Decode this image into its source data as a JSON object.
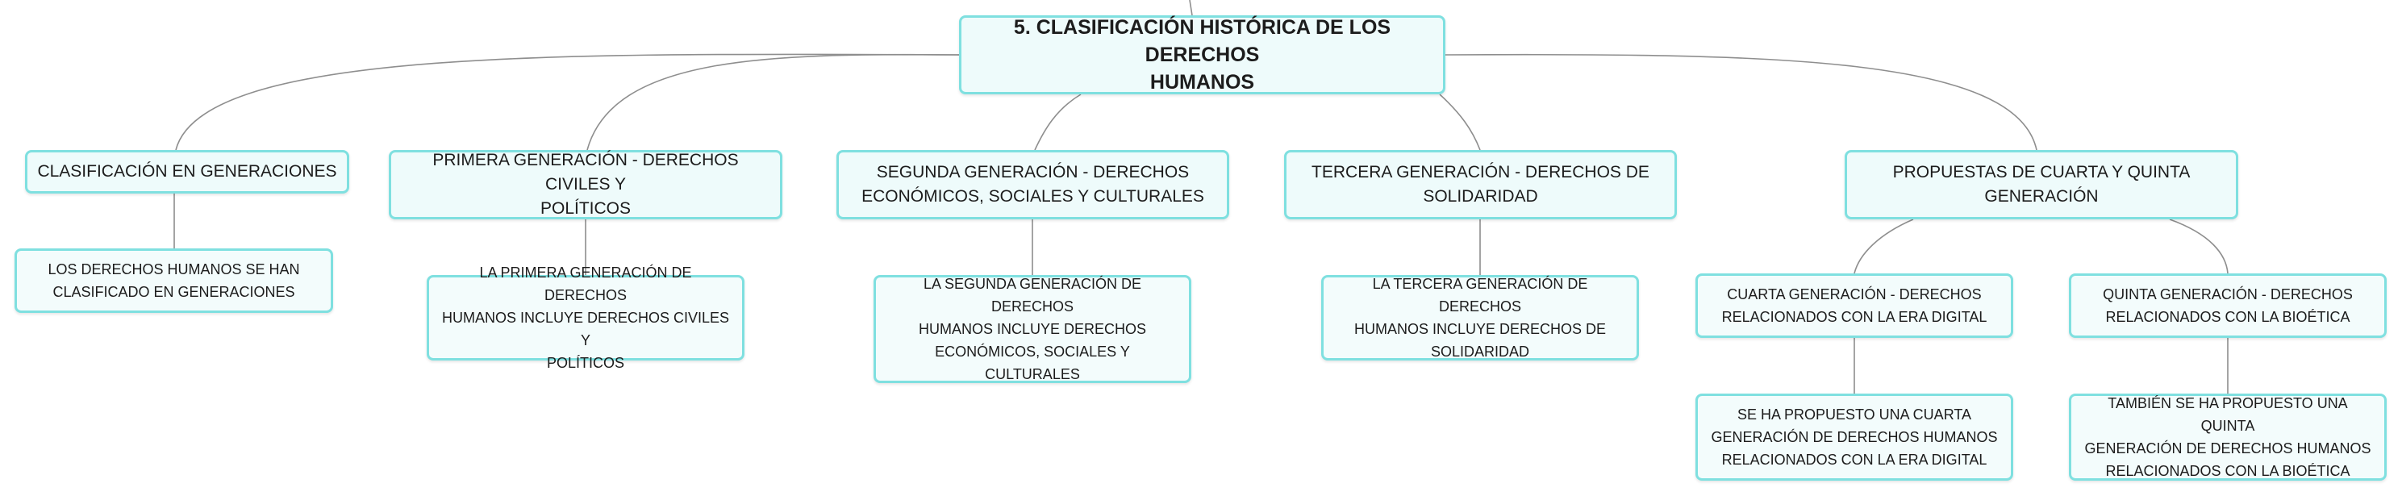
{
  "root": {
    "line1": "5. CLASIFICACIÓN HISTÓRICA DE LOS DERECHOS",
    "line2": "HUMANOS"
  },
  "generaciones": {
    "title": "CLASIFICACIÓN EN GENERACIONES",
    "detail": [
      "LOS DERECHOS HUMANOS SE HAN",
      "CLASIFICADO EN GENERACIONES"
    ]
  },
  "primera": {
    "title": [
      "PRIMERA GENERACIÓN - DERECHOS CIVILES Y",
      "POLÍTICOS"
    ],
    "detail": [
      "LA PRIMERA GENERACIÓN DE DERECHOS",
      "HUMANOS INCLUYE DERECHOS CIVILES Y",
      "POLÍTICOS"
    ]
  },
  "segunda": {
    "title": [
      "SEGUNDA GENERACIÓN - DERECHOS",
      "ECONÓMICOS, SOCIALES Y CULTURALES"
    ],
    "detail": [
      "LA SEGUNDA GENERACIÓN DE DERECHOS",
      "HUMANOS INCLUYE DERECHOS",
      "ECONÓMICOS, SOCIALES Y CULTURALES"
    ]
  },
  "tercera": {
    "title": [
      "TERCERA GENERACIÓN - DERECHOS DE",
      "SOLIDARIDAD"
    ],
    "detail": [
      "LA TERCERA GENERACIÓN DE DERECHOS",
      "HUMANOS INCLUYE DERECHOS DE",
      "SOLIDARIDAD"
    ]
  },
  "propuestas": {
    "title": "PROPUESTAS DE CUARTA Y QUINTA GENERACIÓN",
    "cuarta": {
      "title": [
        "CUARTA GENERACIÓN - DERECHOS",
        "RELACIONADOS CON LA ERA DIGITAL"
      ],
      "detail": [
        "SE HA PROPUESTO UNA CUARTA",
        "GENERACIÓN DE DERECHOS HUMANOS",
        "RELACIONADOS CON LA ERA DIGITAL"
      ]
    },
    "quinta": {
      "title": [
        "QUINTA GENERACIÓN - DERECHOS",
        "RELACIONADOS CON LA BIOÉTICA"
      ],
      "detail": [
        "TAMBIÉN SE HA PROPUESTO UNA QUINTA",
        "GENERACIÓN DE DERECHOS HUMANOS",
        "RELACIONADOS CON LA BIOÉTICA"
      ]
    }
  },
  "colors": {
    "node_border": "#7fe0e0",
    "node_fill": "#eefbfb",
    "connector": "#8e8e8e"
  }
}
